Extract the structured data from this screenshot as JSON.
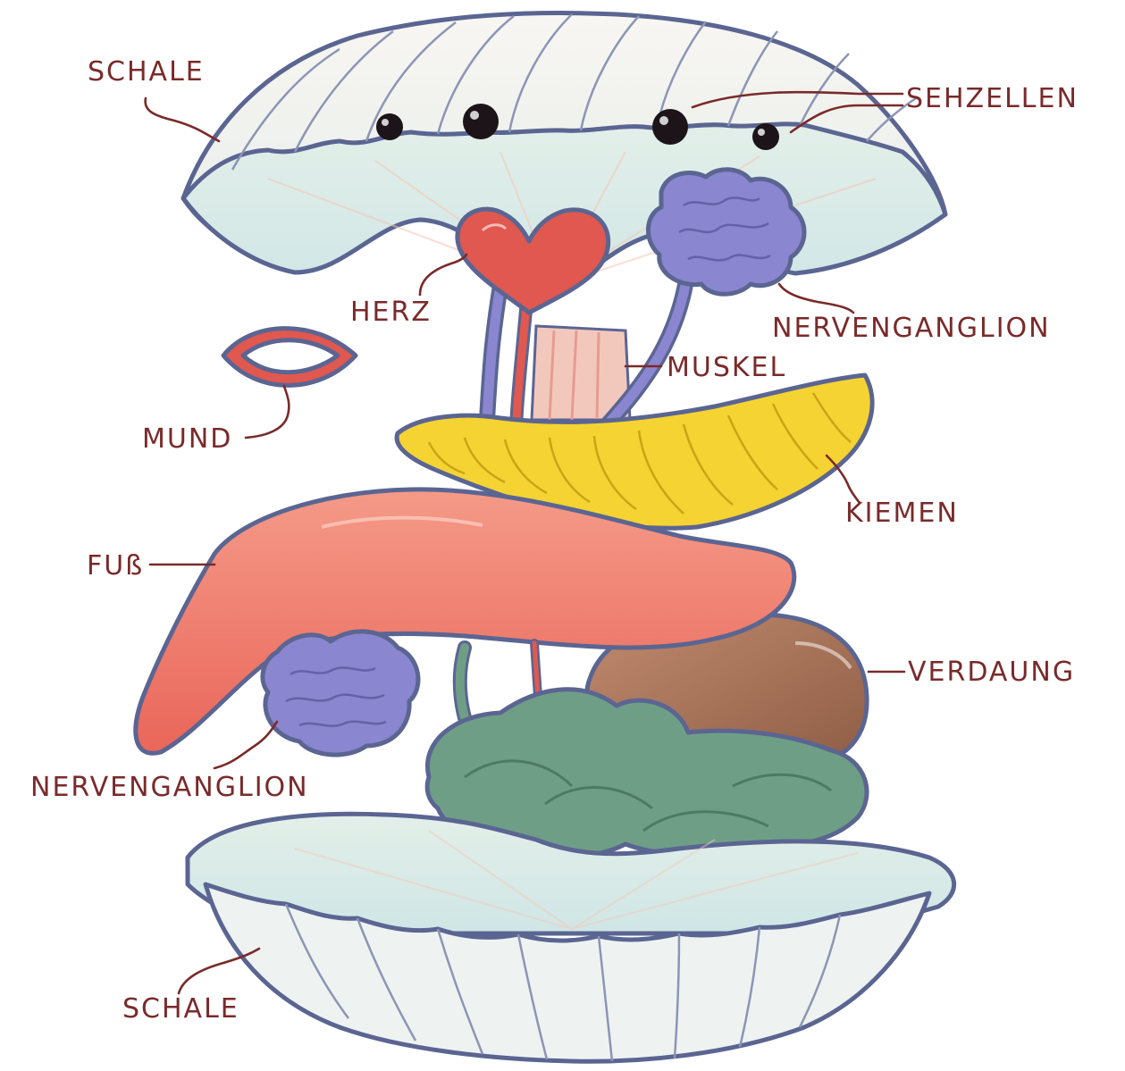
{
  "labels": {
    "schale_top": "SCHALE",
    "sehzellen": "SEHZELLEN",
    "herz": "HERZ",
    "nervenganglion_top": "NERVENGANGLION",
    "muskel": "MUSKEL",
    "mund": "MUND",
    "kiemen": "KIEMEN",
    "fuss": "FUß",
    "verdauung": "VERDAUNG",
    "nervenganglion_bottom": "NERVENGANGLION",
    "schale_bottom": "SCHALE"
  },
  "colors": {
    "label_text": "#7a2a2a",
    "outline": "#5b6592",
    "shell": "#eef3f1",
    "heart": "#e0584f",
    "nerve": "#8a86cf",
    "gills": "#f5d332",
    "foot": "#f07f70",
    "digestive": "#a8705a",
    "intestine": "#6f9e86",
    "eye": "#1c1418"
  }
}
